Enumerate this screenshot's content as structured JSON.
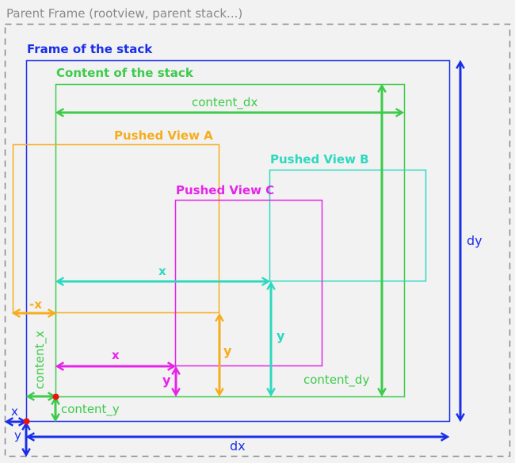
{
  "colors": {
    "background": "#f2f2f2",
    "parent": "#8a8a8a",
    "frame": "#1a2ee8",
    "content": "#3ccb4a",
    "view_a": "#f5ad1e",
    "view_b": "#2ed8c0",
    "view_c": "#e524e8",
    "origin": "#ee1111"
  },
  "labels": {
    "parent_frame": "Parent Frame (rootview, parent stack...)",
    "frame_of_stack": "Frame of the stack",
    "content_of_stack": "Content of the stack",
    "pushed_view_a": "Pushed View A",
    "pushed_view_b": "Pushed View B",
    "pushed_view_c": "Pushed View C",
    "content_dx": "content_dx",
    "content_dy": "content_dy",
    "content_x": "content_x",
    "content_y": "content_y",
    "frame_x": "x",
    "frame_y": "y",
    "frame_dx": "dx",
    "frame_dy": "dy",
    "view_a_x": "-x",
    "view_a_y": "y",
    "view_b_x": "x",
    "view_b_y": "y",
    "view_c_x": "x",
    "view_c_y": "y"
  }
}
